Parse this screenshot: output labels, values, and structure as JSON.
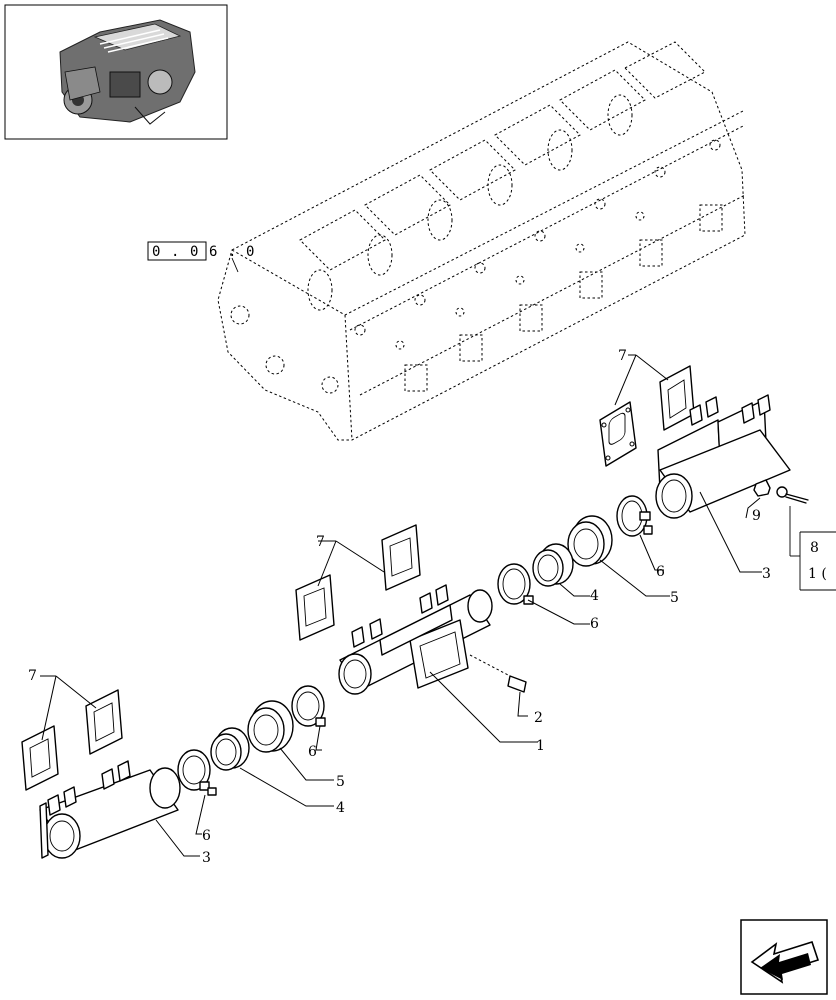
{
  "reference_box": {
    "cells": [
      "0",
      ".",
      "0",
      "6",
      ".",
      "0"
    ]
  },
  "side_ref": {
    "line1": "8",
    "line2": "1 ("
  },
  "callouts": {
    "c1": "1",
    "c2": "2",
    "c3_left": "3",
    "c3_right": "3",
    "c4_left": "4",
    "c4_right": "4",
    "c5_left": "5",
    "c5_right": "5",
    "c6_left": "6",
    "c6_mid_left": "6",
    "c6_mid": "6",
    "c6_right": "6",
    "c7_left": "7",
    "c7_mid": "7",
    "c7_right": "7",
    "c9": "9"
  },
  "icons": {
    "thumbnail": "engine-thumbnail",
    "nav": "previous-page-arrow-icon"
  }
}
